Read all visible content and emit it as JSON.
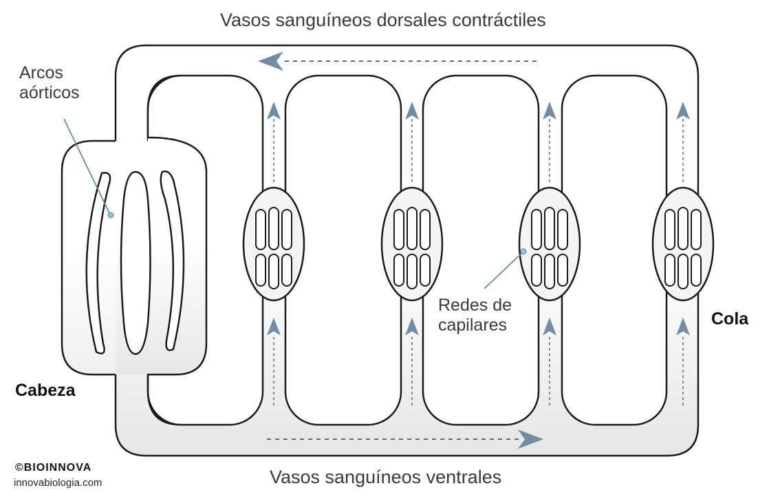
{
  "labels": {
    "dorsal_vessels": "Vasos sanguíneos dorsales contráctiles",
    "ventral_vessels": "Vasos sanguíneos ventrales",
    "aortic_arches_line1": "Arcos",
    "aortic_arches_line2": "aórticos",
    "capillaries_line1": "Redes de",
    "capillaries_line2": "capilares",
    "head": "Cabeza",
    "tail": "Cola"
  },
  "credits": {
    "brand": "©BIOINNOVA",
    "website": "innovabiologia.com"
  },
  "colors": {
    "vessel_fill": "#e9e9e9",
    "vessel_stroke": "#1a1a1a",
    "arrow": "#6f8ea6",
    "flow_line": "#586c80",
    "pointer": "#5f8fa8",
    "pointer_dot": "#8fc2db"
  }
}
